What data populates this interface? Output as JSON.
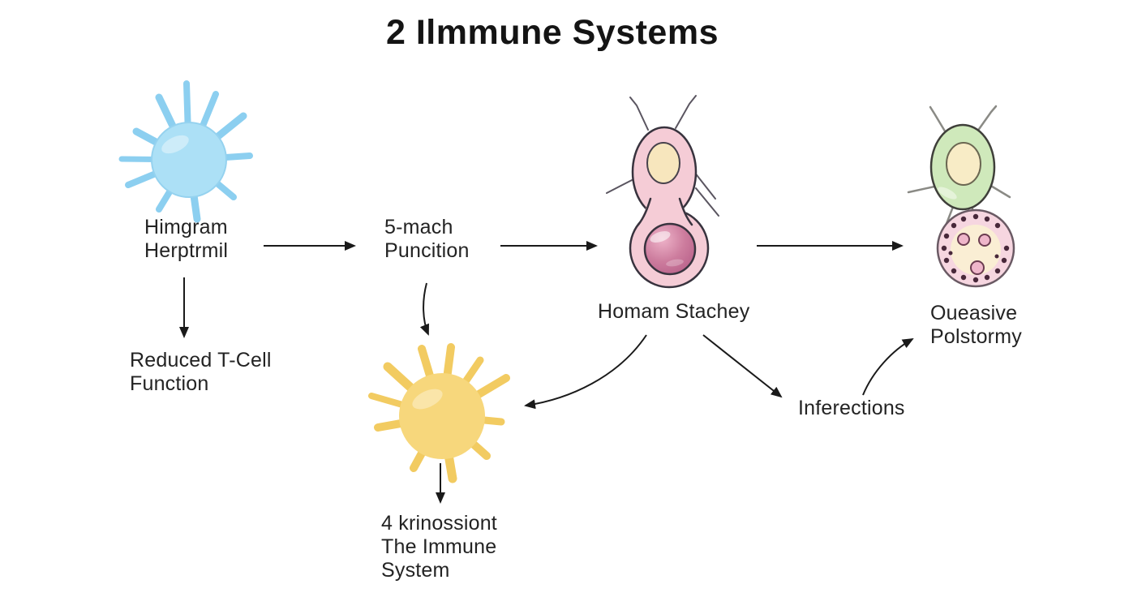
{
  "title": "2 Ilmmune Systems",
  "labels": {
    "blue_cell": "Himgram\nHerptrmil",
    "mach": "5-mach\nPuncition",
    "homam": "Homam Stachey",
    "oueasive": "Oueasive\nPolstormy",
    "reduced_tcell": "Reduced T-Cell\nFunction",
    "inferections": "Inferections",
    "krinossiont": "4 krinossiont\nThe Immune\nSystem"
  },
  "edges": [
    {
      "from": "Himgram Herptrmil",
      "to": "5-mach Puncition"
    },
    {
      "from": "Himgram Herptrmil",
      "to": "Reduced T-Cell Function"
    },
    {
      "from": "5-mach Puncition",
      "to": "Homam Stachey cell"
    },
    {
      "from": "5-mach Puncition",
      "to": "yellow cell"
    },
    {
      "from": "Homam Stachey cell",
      "to": "green cell pair"
    },
    {
      "from": "Homam Stachey",
      "to": "yellow cell"
    },
    {
      "from": "Homam Stachey",
      "to": "Inferections"
    },
    {
      "from": "Inferections",
      "to": "Oueasive Polstormy"
    },
    {
      "from": "yellow cell",
      "to": "4 krinossiont The Immune System"
    }
  ],
  "colors": {
    "background": "#ffffff",
    "text": "#232323",
    "arrow": "#1a1a1a",
    "blue_cell_body": "#ace0f6",
    "blue_cell_spikes": "#8ccff0",
    "yellow_cell_body": "#f7d77c",
    "yellow_cell_spikes": "#f2cb61",
    "pink_cell_body": "#f5ccd6",
    "pink_nucleus_dark": "#c9688e",
    "cream_nucleus": "#f7e6bd",
    "green_cell_body": "#cfe9bb",
    "green_nucleus": "#f8ecc6",
    "dotted_cell_body": "#f6d6e0",
    "dotted_cell_inner": "#faeed4",
    "dot": "#48283a"
  }
}
